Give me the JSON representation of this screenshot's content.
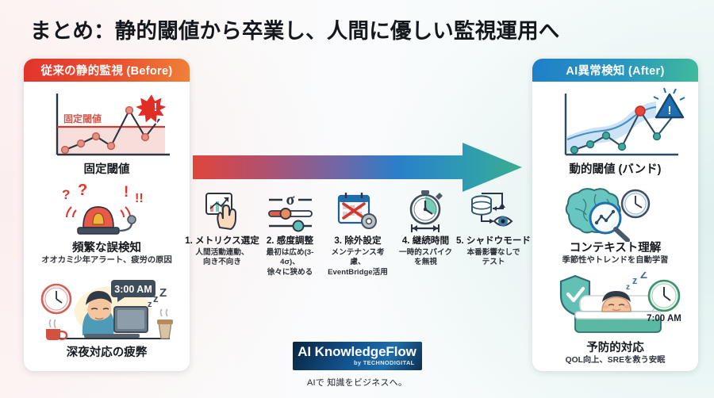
{
  "title": "まとめ：静的閾値から卒業し、人間に優しい監視運用へ",
  "before_panel": {
    "header": "従来の静的監視 (Before)",
    "chart": {
      "threshold_label": "固定閾値",
      "caption": "固定閾値",
      "alert_glyph": "!"
    },
    "alarm": {
      "caption": "頻繁な誤検知",
      "sub": "オオカミ少年アラート、疲労の原因",
      "marks": [
        "?",
        "?",
        "!",
        "!!"
      ]
    },
    "fatigue": {
      "clock_time": "3:00 AM",
      "sleep_mark": "z z Z",
      "caption": "深夜対応の疲弊"
    }
  },
  "after_panel": {
    "header": "AI異常検知 (After)",
    "chart": {
      "caption": "動的閾値 (バンド)",
      "alert_glyph": "!"
    },
    "context": {
      "caption": "コンテキスト理解",
      "sub": "季節性やトレンドを自動学習"
    },
    "prevention": {
      "clock_time": "7:00 AM",
      "sleep_mark": "z z Z",
      "caption": "予防的対応",
      "sub": "QOL向上、SREを救う安眠"
    }
  },
  "arrow": {
    "from_color": "#e0453a",
    "mid_color": "#2a7fc9",
    "to_color": "#3aad8f"
  },
  "steps": [
    {
      "title": "1. メトリクス選定",
      "desc": "人間活動連動、\n向き不向き",
      "icon": "chart-tap-icon"
    },
    {
      "title": "2. 感度調整",
      "desc": "最初は広め(3-4σ)、\n徐々に狭める",
      "icon": "sliders-sigma-icon",
      "sigma": "σ"
    },
    {
      "title": "3. 除外設定",
      "desc": "メンテナンス考慮、\nEventBridge活用",
      "icon": "calendar-exclude-icon"
    },
    {
      "title": "4. 継続時間",
      "desc": "一時的スパイク\nを無視",
      "icon": "stopwatch-icon"
    },
    {
      "title": "5. シャドウモード",
      "desc": "本番影響なしで\nテスト",
      "icon": "database-eye-icon"
    }
  ],
  "logo": {
    "name": "AI KnowledgeFlow",
    "by": "by TECHNODIGITAL",
    "tagline": "AIで 知識をビジネスへ。"
  },
  "chart_data": {
    "type": "line",
    "title": "固定閾値 vs 動的閾値 (バンド)",
    "charts": [
      {
        "name": "固定閾値",
        "x": [
          1,
          2,
          3,
          4,
          5,
          6,
          7,
          8
        ],
        "values": [
          18,
          27,
          38,
          24,
          78,
          40,
          62,
          62
        ],
        "threshold": 48,
        "threshold_label": "固定閾値",
        "breaches": [
          5,
          7,
          8
        ],
        "line_color": "#2b3440",
        "point_color": "#e08a80",
        "threshold_color": "#cf3b30",
        "fill_color": "#f7dedb",
        "ylim": [
          0,
          100
        ]
      },
      {
        "name": "動的閾値 (バンド)",
        "x": [
          1,
          2,
          3,
          4,
          5,
          6,
          7
        ],
        "values": [
          18,
          26,
          42,
          24,
          80,
          46,
          68
        ],
        "band_upper": [
          44,
          48,
          52,
          50,
          56,
          60,
          62
        ],
        "band_lower": [
          22,
          26,
          30,
          28,
          34,
          38,
          40
        ],
        "anomaly_index": 5,
        "line_color": "#2b4a63",
        "point_color": "#3fa8a0",
        "anomaly_color": "#e8443a",
        "band_color": "#c5ddf1",
        "trend_color": "#4a8fc4",
        "ylim": [
          0,
          100
        ]
      }
    ]
  }
}
